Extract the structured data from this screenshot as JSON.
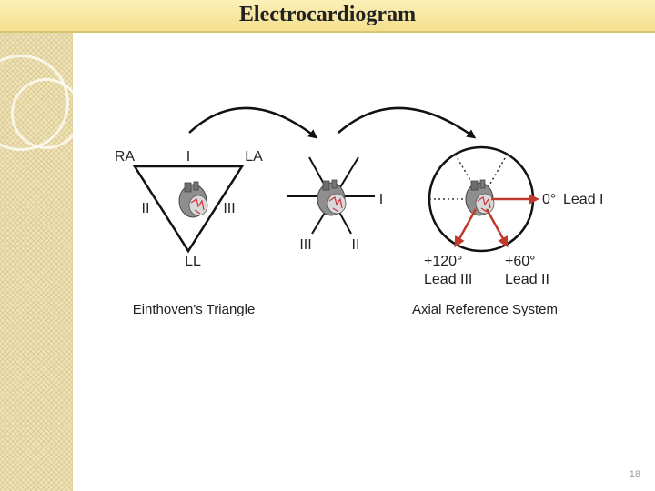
{
  "slide": {
    "title": "Electrocardiogram",
    "number": "18"
  },
  "diagram": {
    "triangle": {
      "caption": "Einthoven's Triangle",
      "corner_ra": "RA",
      "corner_la": "LA",
      "corner_ll": "LL",
      "lead_i": "I",
      "lead_ii": "II",
      "lead_iii": "III"
    },
    "middle": {
      "lead_i": "I",
      "lead_ii": "II",
      "lead_iii": "III"
    },
    "axial": {
      "caption": "Axial Reference System",
      "deg_0": "0°",
      "lead_i": "Lead I",
      "deg_60": "+60°",
      "lead_ii": "Lead II",
      "deg_120": "+120°",
      "lead_iii": "Lead III"
    },
    "colors": {
      "arrow_red": "#c0392b",
      "heart_red": "#cc3333"
    }
  }
}
